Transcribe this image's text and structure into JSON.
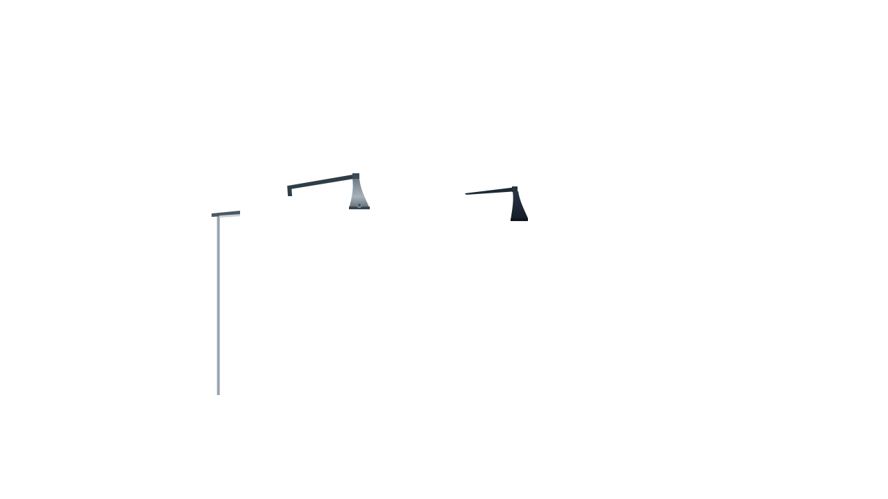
{
  "scene": {
    "background_color": "#ffffff",
    "objects": [
      {
        "name": "pole",
        "color": "#9aa6b0"
      },
      {
        "name": "ceiling-mount-bracket",
        "color": "#4b5963"
      },
      {
        "name": "lamp-arm-left",
        "color": "#2f3d46"
      },
      {
        "name": "lamp-head-left",
        "color": "#9aa3ab"
      },
      {
        "name": "lamp-arm-right",
        "color": "#1f2a36"
      },
      {
        "name": "lamp-head-right",
        "color": "#1c2633"
      }
    ]
  }
}
